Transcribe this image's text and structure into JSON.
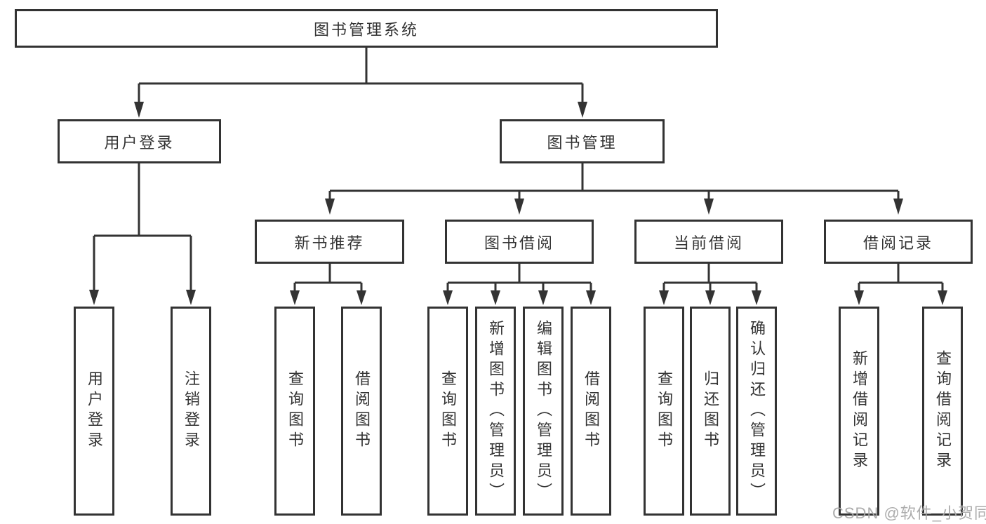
{
  "nodes": {
    "root": "图书管理系统",
    "user_login": "用户登录",
    "book_mgmt": "图书管理",
    "new_book_rec": "新书推荐",
    "book_borrow": "图书借阅",
    "current_borrow": "当前借阅",
    "borrow_records": "借阅记录",
    "leaf_user_login": "用户登录",
    "leaf_logout": "注销登录",
    "nbr_query_books": "查询图书",
    "nbr_borrow_books": "借阅图书",
    "bb_query_books": "查询图书",
    "bb_add_books": "新增图书（管理员）",
    "bb_edit_books": "编辑图书（管理员）",
    "bb_borrow_books": "借阅图书",
    "cb_query_books": "查询图书",
    "cb_return_books": "归还图书",
    "cb_confirm_return": "确认归还（管理员）",
    "br_add_record": "新增借阅记录",
    "br_query_record": "查询借阅记录"
  },
  "watermark": "CSDN @软件_小贺同学",
  "colors": {
    "line": "#333333",
    "box_border": "#333333",
    "text": "#333333",
    "background": "#ffffff",
    "watermark": "#a8a8a8"
  }
}
